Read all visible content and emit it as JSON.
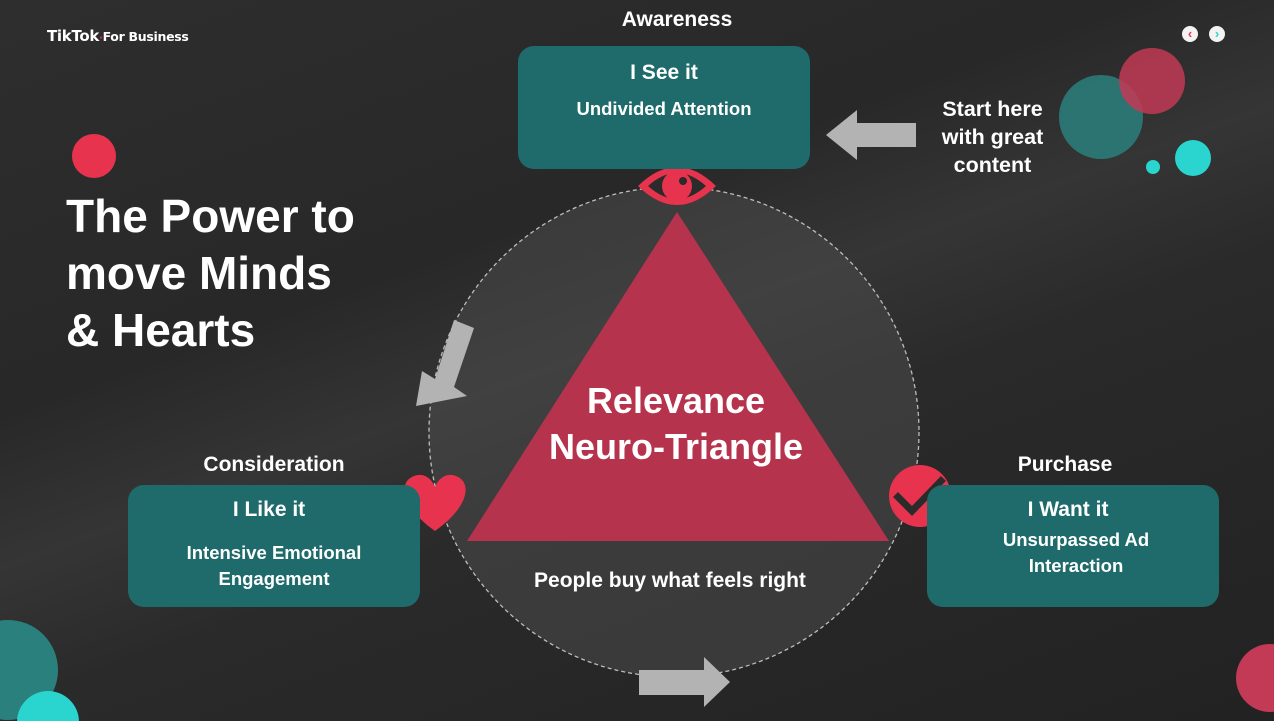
{
  "brand": {
    "logo_main": "TikTok",
    "logo_sub": "For Business"
  },
  "nav": {
    "prev_icon": "chevron-left-icon",
    "next_icon": "chevron-right-icon",
    "prev_glyph": "‹",
    "next_glyph": "›"
  },
  "title": {
    "line1": "The Power to",
    "line2": "move Minds",
    "line3": "& Hearts"
  },
  "awareness": {
    "label": "Awareness",
    "heading": "I See it",
    "subtext": "Undivided Attention"
  },
  "consideration": {
    "label": "Consideration",
    "heading": "I Like it",
    "sub1": "Intensive Emotional",
    "sub2": "Engagement"
  },
  "purchase": {
    "label": "Purchase",
    "heading": "I Want it",
    "sub1": "Unsurpassed Ad",
    "sub2": "Interaction"
  },
  "start_note": {
    "line1": "Start here",
    "line2": "with great",
    "line3": "content"
  },
  "center": {
    "line1": "Relevance",
    "line2": "Neuro-Triangle"
  },
  "bottom_note": "People buy what feels right",
  "icons": [
    "eye-icon",
    "heart-icon",
    "checkmark-icon",
    "arrow-left-icon",
    "arrow-down-left-icon",
    "arrow-right-icon"
  ],
  "colors": {
    "background": "#2b2b2b",
    "teal_box": "#1f6b6b",
    "triangle": "#b5334c",
    "accent_red": "#e8334e",
    "accent_teal": "#2ad4cf",
    "arrow_gray": "#b3b3b3"
  }
}
